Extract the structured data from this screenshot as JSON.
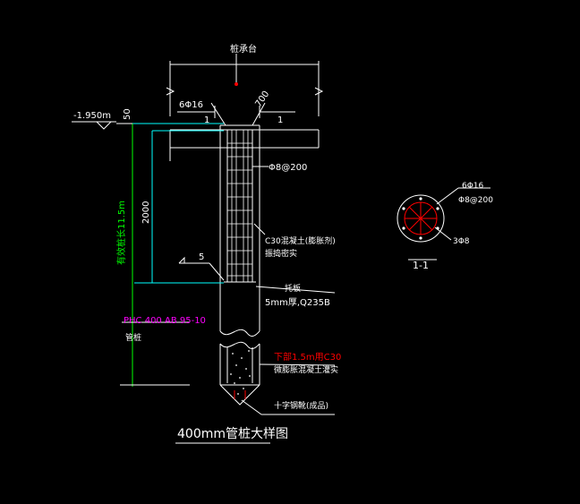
{
  "colors": {
    "background": "#000000",
    "line": "#ffffff",
    "dimension": "#00ffff",
    "green": "#00ff00",
    "magenta": "#ff00ff",
    "red": "#ff0000"
  },
  "labels": {
    "cap": "桩承台",
    "top_rebar": "6Φ16",
    "section_mark_left": "1",
    "section_mark_right": "1",
    "anchor_len": "700",
    "elevation": "-1.950m",
    "cover_50": "50",
    "stirrup": "Φ8@200",
    "dim_2000": "2000",
    "total_len": "有效桩长11.5m",
    "concrete_fill_1": "C30混凝土(膨胀剂)",
    "concrete_fill_2": "振捣密实",
    "weld": "5",
    "plate_1": "托板",
    "plate_2": "5mm厚,Q235B",
    "pipe_type": "PHC 400 AB 95-10",
    "pipe_note": "管桩",
    "bottom_fill_1": "下部1.5m用C30",
    "bottom_fill_2": "微膨胀混凝土灌实",
    "tip": "十字钢靴(成品)",
    "section_rebar_1": "6Φ16",
    "section_rebar_2": "Φ8@200",
    "section_bar": "3Φ8",
    "section_title": "1-1",
    "title": "400mm管桩大样图"
  }
}
